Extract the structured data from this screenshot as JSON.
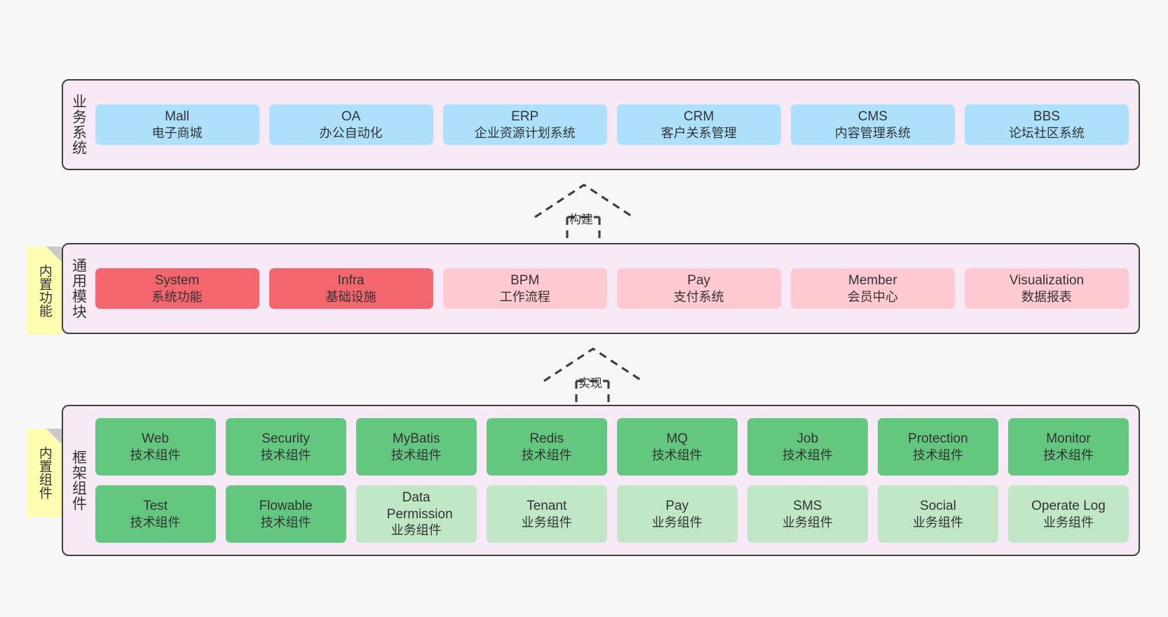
{
  "colors": {
    "canvas": "#f7f7f7",
    "layer_bg": "#f7eaf6",
    "layer_border": "#3f3f3f",
    "blue": "#ade0fb",
    "red": "#f4666e",
    "pink": "#ffc9d1",
    "green": "#63c77f",
    "light_green": "#bfe6c5",
    "sticky": "#fdfcb0",
    "sticky_fold": "#c9c9c9"
  },
  "layers": [
    {
      "id": "business-system",
      "caption": "业务系统",
      "rows": [
        {
          "cards": [
            {
              "en": "Mall",
              "cn": "电子商城",
              "style": "blue"
            },
            {
              "en": "OA",
              "cn": "办公自动化",
              "style": "blue"
            },
            {
              "en": "ERP",
              "cn": "企业资源计划系统",
              "style": "blue"
            },
            {
              "en": "CRM",
              "cn": "客户关系管理",
              "style": "blue"
            },
            {
              "en": "CMS",
              "cn": "内容管理系统",
              "style": "blue"
            },
            {
              "en": "BBS",
              "cn": "论坛社区系统",
              "style": "blue"
            }
          ]
        }
      ]
    },
    {
      "id": "common-module",
      "caption": "通用模块",
      "sticky": "内置功能",
      "rows": [
        {
          "cards": [
            {
              "en": "System",
              "cn": "系统功能",
              "style": "red"
            },
            {
              "en": "Infra",
              "cn": "基础设施",
              "style": "red"
            },
            {
              "en": "BPM",
              "cn": "工作流程",
              "style": "pink"
            },
            {
              "en": "Pay",
              "cn": "支付系统",
              "style": "pink"
            },
            {
              "en": "Member",
              "cn": "会员中心",
              "style": "pink"
            },
            {
              "en": "Visualization",
              "cn": "数据报表",
              "style": "pink"
            }
          ]
        }
      ]
    },
    {
      "id": "framework-component",
      "caption": "框架组件",
      "sticky": "内置组件",
      "rows": [
        {
          "cards": [
            {
              "en": "Web",
              "cn": "技术组件",
              "style": "green"
            },
            {
              "en": "Security",
              "cn": "技术组件",
              "style": "green"
            },
            {
              "en": "MyBatis",
              "cn": "技术组件",
              "style": "green"
            },
            {
              "en": "Redis",
              "cn": "技术组件",
              "style": "green"
            },
            {
              "en": "MQ",
              "cn": "技术组件",
              "style": "green"
            },
            {
              "en": "Job",
              "cn": "技术组件",
              "style": "green"
            },
            {
              "en": "Protection",
              "cn": "技术组件",
              "style": "green"
            },
            {
              "en": "Monitor",
              "cn": "技术组件",
              "style": "green"
            }
          ]
        },
        {
          "cards": [
            {
              "en": "Test",
              "cn": "技术组件",
              "style": "green"
            },
            {
              "en": "Flowable",
              "cn": "技术组件",
              "style": "green"
            },
            {
              "en": "Data Permission",
              "cn": "业务组件",
              "style": "lightgreen",
              "wrap": true
            },
            {
              "en": "Tenant",
              "cn": "业务组件",
              "style": "lightgreen"
            },
            {
              "en": "Pay",
              "cn": "业务组件",
              "style": "lightgreen"
            },
            {
              "en": "SMS",
              "cn": "业务组件",
              "style": "lightgreen"
            },
            {
              "en": "Social",
              "cn": "业务组件",
              "style": "lightgreen"
            },
            {
              "en": "Operate Log",
              "cn": "业务组件",
              "style": "lightgreen"
            }
          ]
        }
      ]
    }
  ],
  "arrows": [
    {
      "id": "build-arrow",
      "label": "构建"
    },
    {
      "id": "implement-arrow",
      "label": "实现"
    }
  ]
}
